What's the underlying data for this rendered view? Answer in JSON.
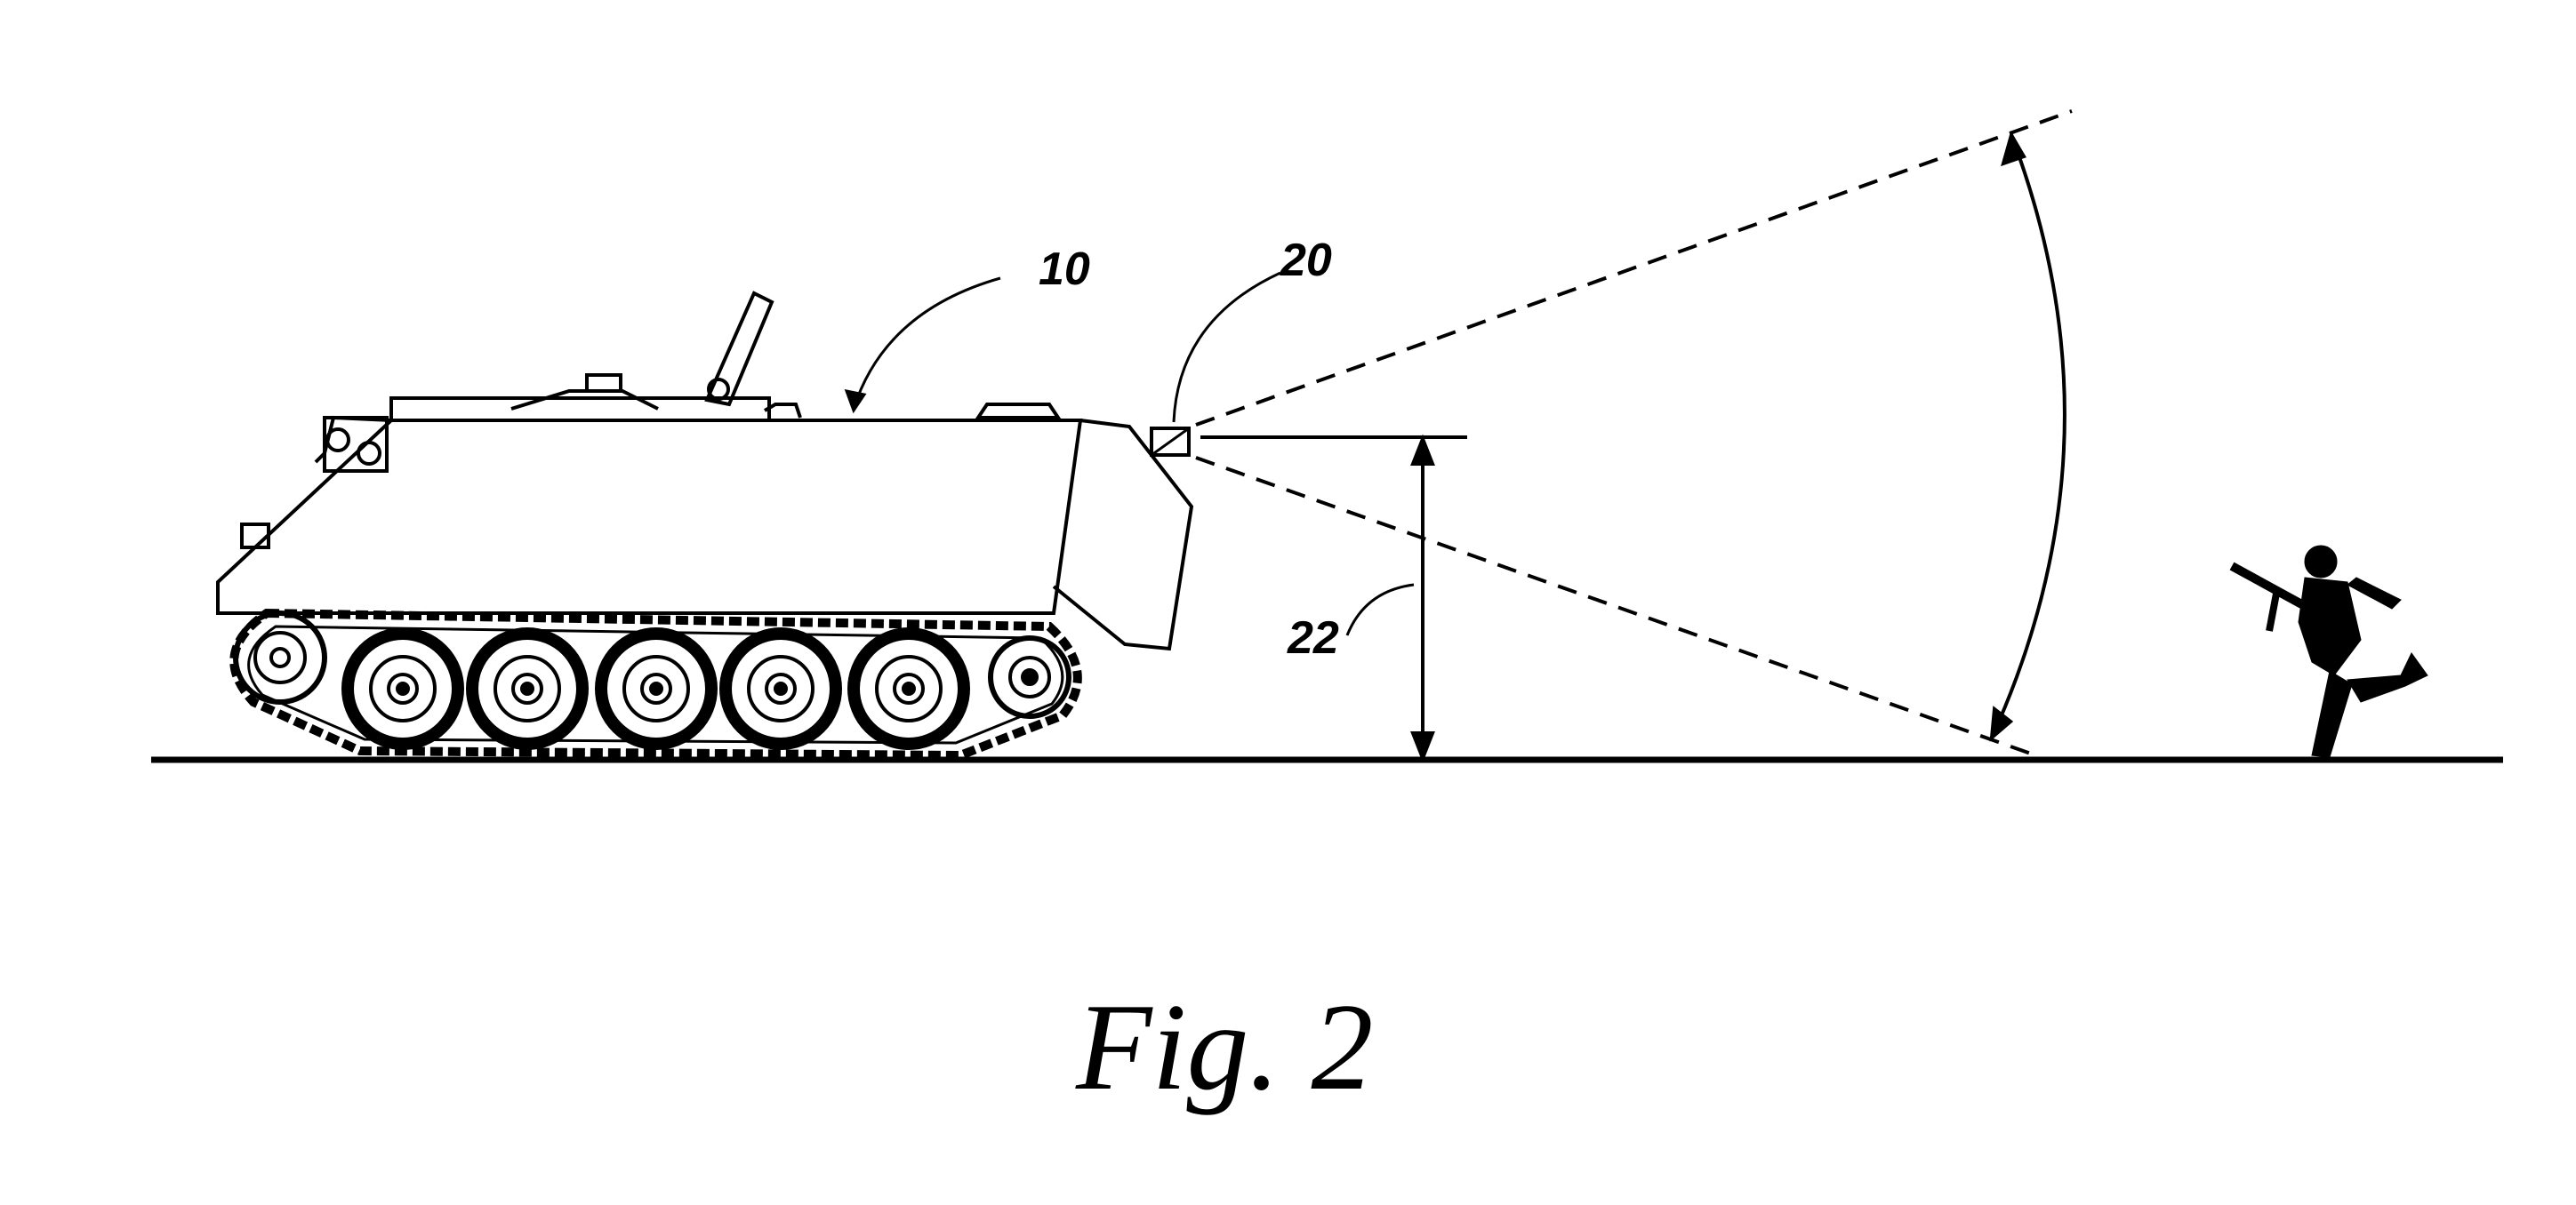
{
  "figure": {
    "caption": "Fig. 2",
    "labels": {
      "vehicle": "10",
      "sensor": "20",
      "height": "22"
    },
    "objects": [
      "armored-vehicle",
      "sensor",
      "detection-cone",
      "person-with-rifle"
    ],
    "line_color": "#000000",
    "background": "#ffffff"
  }
}
